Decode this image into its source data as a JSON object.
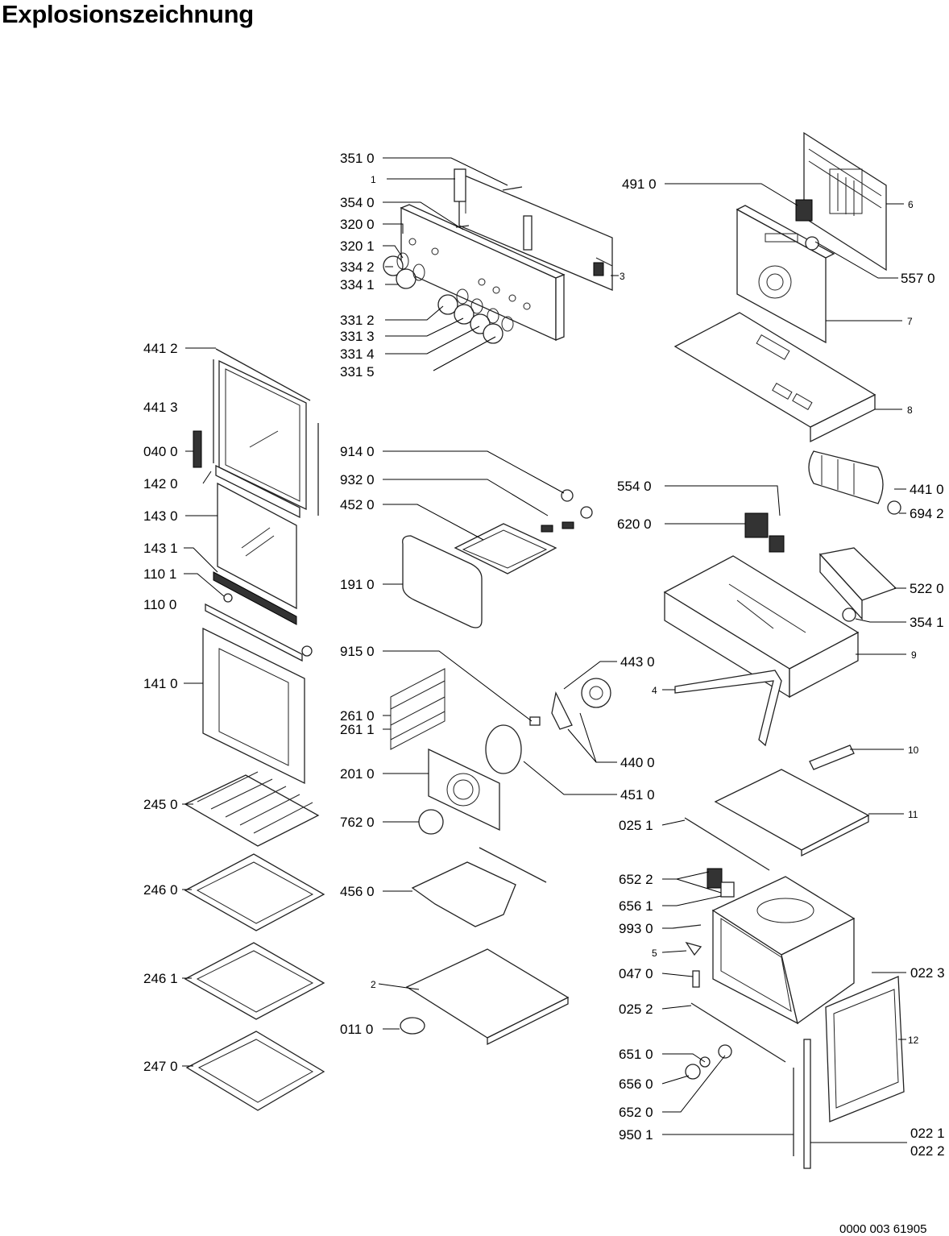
{
  "title": "Explosionszeichnung",
  "document_number": "0000 003 61905",
  "part_labels": {
    "p3510": "351 0",
    "p1": "1",
    "p3540": "354 0",
    "p3200": "320 0",
    "p3201": "320 1",
    "p3342": "334 2",
    "p3341": "334 1",
    "p3312": "331 2",
    "p3313": "331 3",
    "p3314": "331 4",
    "p3315": "331 5",
    "p3": "3",
    "p4910": "491 0",
    "p6": "6",
    "p5570": "557 0",
    "p7": "7",
    "p8": "8",
    "p4412": "441 2",
    "p4413": "441 3",
    "p0400": "040 0",
    "p1420": "142 0",
    "p1430": "143 0",
    "p1431": "143 1",
    "p1101": "110 1",
    "p1100": "110 0",
    "p1410": "141 0",
    "p2450": "245 0",
    "p2460": "246 0",
    "p2461": "246 1",
    "p2470": "247 0",
    "p9140": "914 0",
    "p9320": "932 0",
    "p4520": "452 0",
    "p1910": "191 0",
    "p9150": "915 0",
    "p2610": "261 0",
    "p2611": "261 1",
    "p2010": "201 0",
    "p7620": "762 0",
    "p4560": "456 0",
    "p2": "2",
    "p0110": "011 0",
    "p4430": "443 0",
    "p4400": "440 0",
    "p4510": "451 0",
    "p5540": "554 0",
    "p6200": "620 0",
    "p4410": "441 0",
    "p6942": "694 2",
    "p5220": "522 0",
    "p3541": "354 1",
    "p9": "9",
    "p4": "4",
    "p10": "10",
    "p0251": "025 1",
    "p11": "11",
    "p6522": "652 2",
    "p6561": "656 1",
    "p9930": "993 0",
    "p5": "5",
    "p0470": "047 0",
    "p0252": "025 2",
    "p0223": "022 3",
    "p12": "12",
    "p6510": "651 0",
    "p6560": "656 0",
    "p6520": "652 0",
    "p9501": "950 1",
    "p0221": "022 1",
    "p0222": "022 2"
  }
}
